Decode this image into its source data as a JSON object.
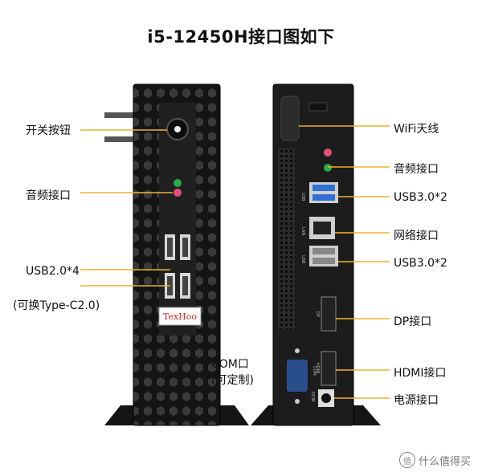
{
  "title": "i5-12450H接口图如下",
  "front_labels": {
    "power_button": "开关按钮",
    "audio": "音频接口",
    "usb2": "USB2.0*4",
    "usb2_note": "(可换Type-C2.0)"
  },
  "rear_labels": {
    "wifi": "WiFi天线",
    "audio": "音频接口",
    "usb3_top": "USB3.0*2",
    "lan": "网络接口",
    "usb3_bottom": "USB3.0*2",
    "dp": "DP接口",
    "hdmi": "HDMI接口",
    "dc": "电源接口",
    "com": "COM口",
    "com_note": "(可定制)"
  },
  "device": {
    "brand": "TexHoo",
    "port_text": {
      "usb": "USB",
      "lan": "LAN",
      "dp": "DP",
      "hdmi": "HDMI",
      "com": "COM",
      "dcin": "DCIN"
    }
  },
  "watermark": {
    "text": "什么值得买",
    "logo_char": "值"
  },
  "colors": {
    "leader_line": "#f0b030",
    "chassis": "#1c1c1c",
    "usb3_blue": "#2f6fd6",
    "audio_green": "#2ea84a",
    "audio_pink": "#e0527a",
    "com_blue": "#2a4e8c"
  }
}
